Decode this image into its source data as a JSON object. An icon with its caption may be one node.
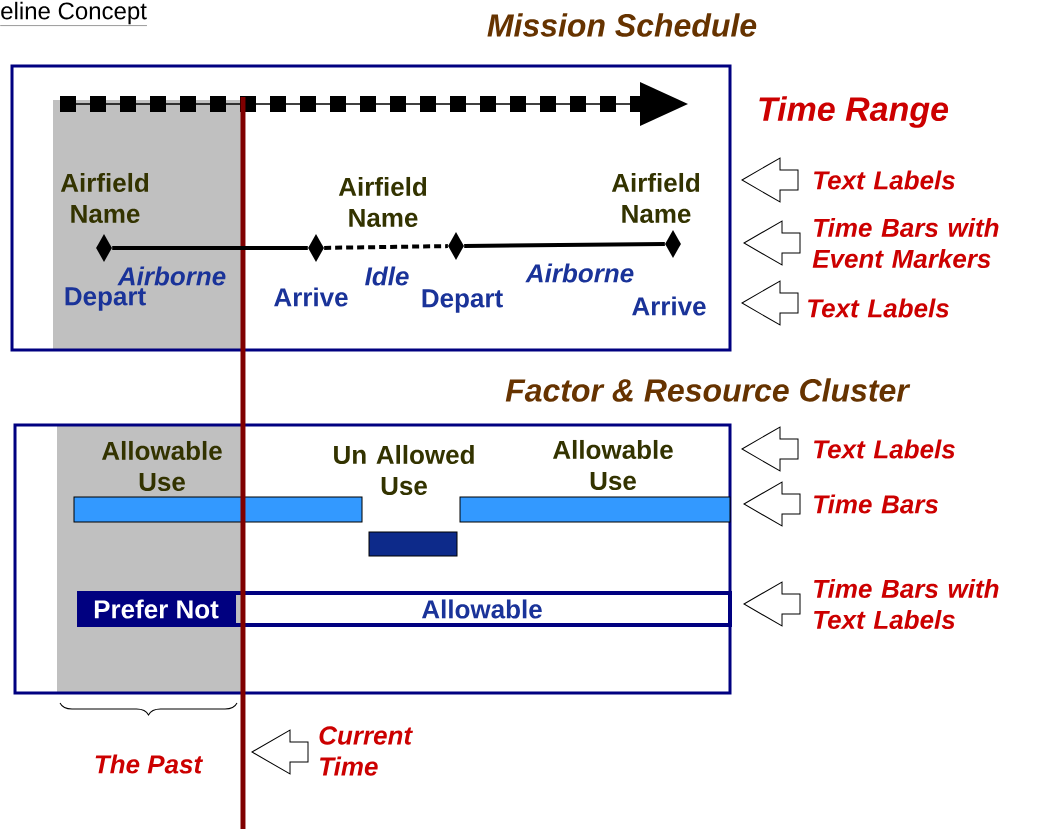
{
  "diagram": {
    "nodes": [
      {
        "text": [
          "Mission Schedule"
        ]
      },
      {
        "text": [
          "Factor & Resource Cluster"
        ]
      },
      {
        "text": [
          "Prefer Not"
        ],
        "in": 1
      },
      {
        "text": [
          "Allowable"
        ],
        "in": 1
      },
      {
        "text": [],
        "shape": "bar",
        "in": 1
      },
      {
        "text": [],
        "shape": "bar",
        "in": 1
      },
      {
        "text": [],
        "shape": "bar",
        "in": 1
      },
      {
        "text": [],
        "shape": "diamond",
        "in": 0
      },
      {
        "text": [],
        "shape": "diamond",
        "in": 0
      },
      {
        "text": [],
        "shape": "diamond",
        "in": 0
      },
      {
        "text": [],
        "shape": "diamond",
        "in": 0
      }
    ],
    "edges": [
      {
        "from": 7,
        "to": 8,
        "arrow": "none",
        "label": "Airborne"
      },
      {
        "from": 8,
        "to": 9,
        "arrow": "none",
        "label": "Idle",
        "style": "dashed"
      },
      {
        "from": 9,
        "to": 10,
        "arrow": "none",
        "label": "Airborne"
      }
    ],
    "labels": [
      "eline Concept",
      "Time Range",
      "Airfield Name",
      "Airfield Name",
      "Airfield Name",
      "Text Labels",
      "Time Bars with Event Markers",
      "Depart",
      "Arrive",
      "Depart",
      "Arrive",
      "Text Labels",
      "Allowable Use",
      "Un Allowed Use",
      "Allowable Use",
      "Text Labels",
      "Time Bars",
      "Time Bars with Text Labels",
      "The Past",
      "Current Time"
    ]
  }
}
